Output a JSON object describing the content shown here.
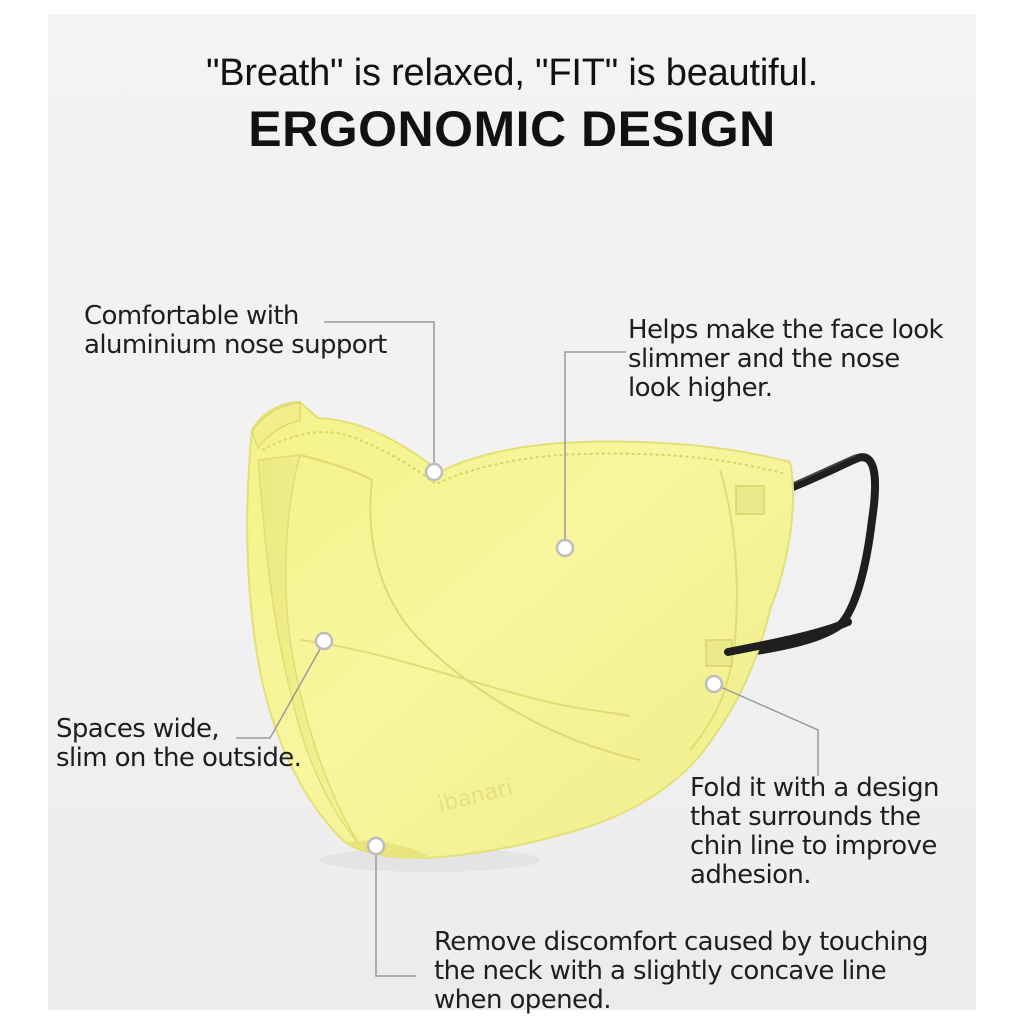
{
  "header": {
    "tagline": "\"Breath\" is relaxed, \"FIT\" is beautiful.",
    "headline": "ERGONOMIC DESIGN"
  },
  "callouts": {
    "nose_support": {
      "lines": [
        "Comfortable with",
        "aluminium nose support"
      ]
    },
    "slim_face": {
      "lines": [
        "Helps make the face look",
        "slimmer and the nose",
        "look higher."
      ]
    },
    "wide_space": {
      "lines": [
        "Spaces wide,",
        "slim on the outside."
      ]
    },
    "chin_fold": {
      "lines": [
        "Fold it with a design",
        "that surrounds the",
        "chin line to improve",
        "adhesion."
      ]
    },
    "neck_concave": {
      "lines": [
        "Remove discomfort caused by touching",
        "the neck with a slightly concave line",
        "when opened."
      ]
    }
  },
  "product": {
    "name": "face-mask",
    "logo_text": "ibanari",
    "colors": {
      "mask": "#f7f59a",
      "mask_shadow": "#e8e57e",
      "strap": "#222222",
      "leader_line": "#9a9a9a"
    }
  }
}
